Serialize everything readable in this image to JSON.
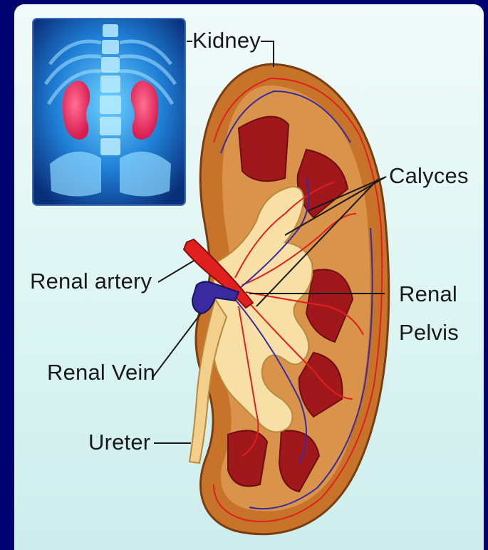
{
  "labels": {
    "kidney": "Kidney",
    "calyces": "Calyces",
    "renal_artery": "Renal artery",
    "renal_pelvis_line1": "Renal",
    "renal_pelvis_line2": "Pelvis",
    "renal_vein": "Renal Vein",
    "ureter": "Ureter"
  },
  "colors": {
    "background": "#00006e",
    "panel": "#e0f6f4",
    "cortex": "#c8732a",
    "medulla_pyramid": "#a0181c",
    "artery": "#e0201e",
    "vein": "#3a2aa0",
    "pelvis": "#f7dfa6"
  }
}
